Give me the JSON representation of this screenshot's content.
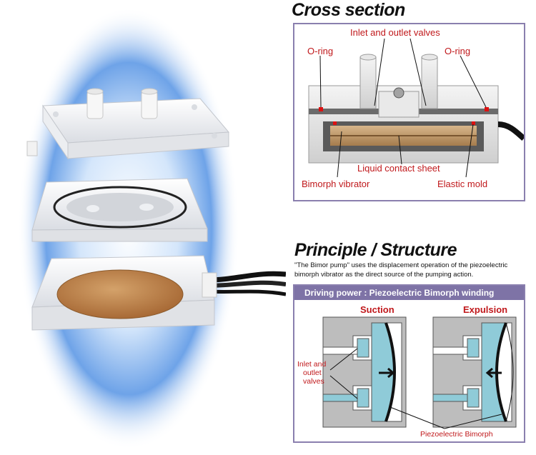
{
  "cross_section": {
    "title": "Cross section",
    "labels": {
      "inlet_outlet": "Inlet and outlet valves",
      "oring_left": "O-ring",
      "oring_right": "O-ring",
      "liquid_sheet": "Liquid contact sheet",
      "bimorph": "Bimorph vibrator",
      "elastic": "Elastic mold"
    }
  },
  "principle": {
    "title": "Principle / Structure",
    "description_line1": "\"The Bimor pump\" uses the displacement operation of the piezoelectric",
    "description_line2": "bimorph vibrator as the direct source of the pumping action.",
    "banner": "Driving power : Piezoelectric  Bimorph winding",
    "suction": "Suction",
    "expulsion": "Expulsion",
    "valves_line1": "Inlet and",
    "valves_line2": "outlet",
    "valves_line3": "valves",
    "bimorph_label": "Piezoelectric Bimorph"
  },
  "colors": {
    "accent_red": "#c0181b",
    "frame_purple": "#8a7fae",
    "banner_purple": "#7e73a6",
    "fluid_blue": "#8fcbd8",
    "housing_gray": "#bdbdbd"
  }
}
